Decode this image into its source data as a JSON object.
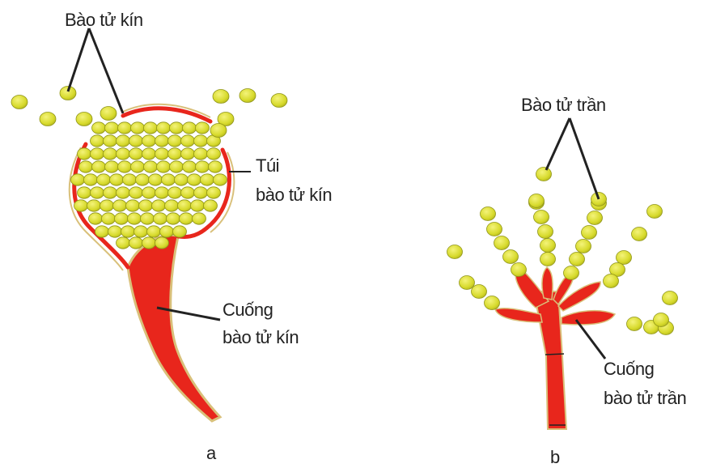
{
  "panel_a": {
    "spore_label": "Bào tử kín",
    "sac_label_line1": "Túi",
    "sac_label_line2": "bào tử kín",
    "stalk_label_line1": "Cuống",
    "stalk_label_line2": "bào tử kín",
    "panel_letter": "a"
  },
  "panel_b": {
    "spore_label": "Bào tử trần",
    "stalk_label_line1": "Cuống",
    "stalk_label_line2": "bào tử trần",
    "panel_letter": "b"
  },
  "colors": {
    "stalk_red": "#e8261c",
    "spore_yellow": "#d8dc2a",
    "spore_outline": "#8f9418",
    "wall_tan": "#d9c07a",
    "line": "#222222"
  }
}
